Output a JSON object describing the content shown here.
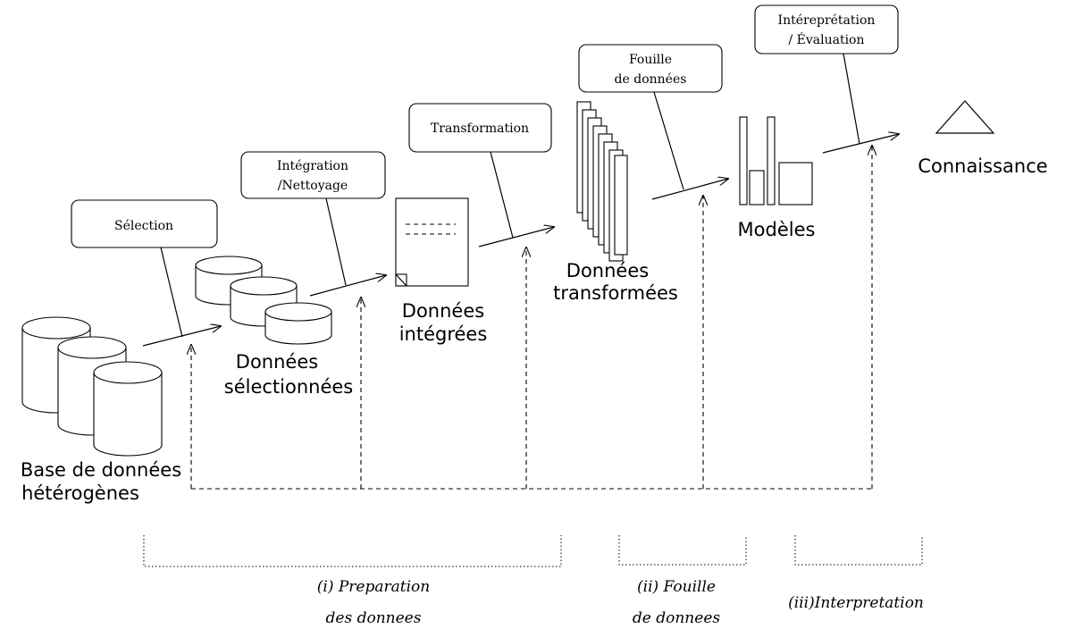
{
  "process_boxes": {
    "selection": [
      "Sélection"
    ],
    "integration": [
      "Intégration",
      "/Nettoyage"
    ],
    "transformation": [
      "Transformation"
    ],
    "fouille": [
      "Fouille",
      "de données"
    ],
    "interpretation": [
      "Intéreprétation",
      "/ Évaluation"
    ]
  },
  "stages": {
    "base": [
      "Base de données",
      "hétérogènes"
    ],
    "selected": [
      "Données",
      "sélectionnées"
    ],
    "integrated": [
      "Données",
      "intégrées"
    ],
    "transformed": [
      "Données",
      "transformées"
    ],
    "models": [
      "Modèles"
    ],
    "knowledge": [
      "Connaissance"
    ]
  },
  "phases": {
    "preparation": [
      "(i) Preparation",
      "des donnees"
    ],
    "fouille": [
      "(ii) Fouille",
      "de donnees"
    ],
    "interpretation": [
      "(iii)Interpretation"
    ]
  }
}
